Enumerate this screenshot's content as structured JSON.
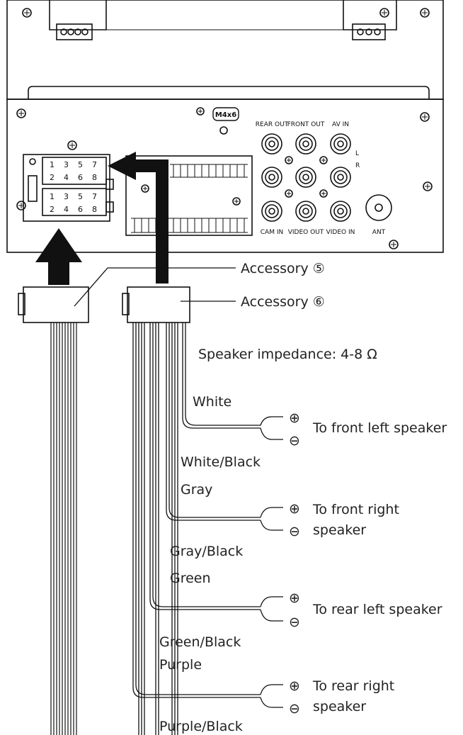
{
  "unit_labels": {
    "rear_out": "REAR OUT",
    "front_out": "FRONT OUT",
    "av_in": "AV IN",
    "cam_in": "CAM IN",
    "video_out": "VIDEO OUT",
    "video_in": "VIDEO IN",
    "ant": "ANT",
    "left": "L",
    "right": "R",
    "screw_size": "M4x6"
  },
  "connector_pins": {
    "top_row_a": [
      "1",
      "3",
      "5",
      "7"
    ],
    "top_row_b": [
      "2",
      "4",
      "6",
      "8"
    ],
    "bottom_row_a": [
      "1",
      "3",
      "5",
      "7"
    ],
    "bottom_row_b": [
      "2",
      "4",
      "6",
      "8"
    ]
  },
  "accessories": {
    "five": "Accessory ⑤",
    "six": "Accessory ⑥"
  },
  "impedance_note": "Speaker impedance: 4-8 Ω",
  "wire_labels": {
    "white": "White",
    "white_black": "White/Black",
    "gray": "Gray",
    "gray_black": "Gray/Black",
    "green": "Green",
    "green_black": "Green/Black",
    "purple": "Purple",
    "purple_black": "Purple/Black"
  },
  "speakers": {
    "front_left": "To front left speaker",
    "front_right_1": "To front right",
    "front_right_2": "speaker",
    "rear_left": "To rear left speaker",
    "rear_right_1": "To rear right",
    "rear_right_2": "speaker"
  },
  "polarity": {
    "plus": "⊕",
    "minus": "⊖"
  }
}
